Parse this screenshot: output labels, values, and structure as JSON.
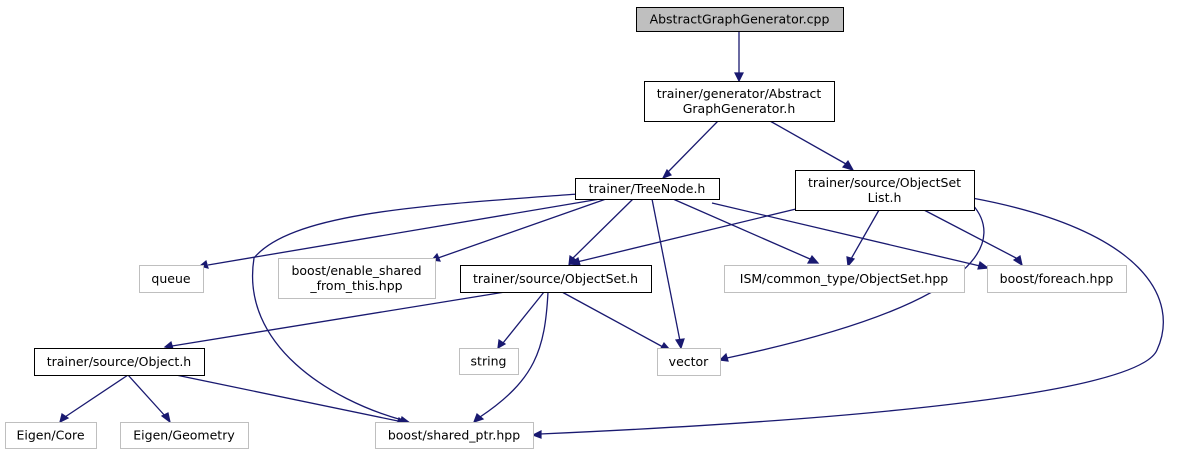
{
  "colors": {
    "edge": "#191970",
    "focus_fill": "#bfbfbf",
    "external_border": "#bfbfbf",
    "internal_border": "#000000",
    "background": "#ffffff"
  },
  "nodes": [
    {
      "id": "root",
      "lines": [
        "AbstractGraphGenerator.cpp"
      ],
      "kind": "focus"
    },
    {
      "id": "abstractgen",
      "lines": [
        "trainer/generator/Abstract",
        "GraphGenerator.h"
      ],
      "kind": "internal"
    },
    {
      "id": "treenode",
      "lines": [
        "trainer/TreeNode.h"
      ],
      "kind": "internal"
    },
    {
      "id": "objsetlist",
      "lines": [
        "trainer/source/ObjectSet",
        "List.h"
      ],
      "kind": "internal"
    },
    {
      "id": "queue",
      "lines": [
        "queue"
      ],
      "kind": "external"
    },
    {
      "id": "enableshared",
      "lines": [
        "boost/enable_shared",
        "_from_this.hpp"
      ],
      "kind": "external"
    },
    {
      "id": "objseth",
      "lines": [
        "trainer/source/ObjectSet.h"
      ],
      "kind": "internal"
    },
    {
      "id": "ismobjset",
      "lines": [
        "ISM/common_type/ObjectSet.hpp"
      ],
      "kind": "external"
    },
    {
      "id": "foreach",
      "lines": [
        "boost/foreach.hpp"
      ],
      "kind": "external"
    },
    {
      "id": "objecth",
      "lines": [
        "trainer/source/Object.h"
      ],
      "kind": "internal"
    },
    {
      "id": "string",
      "lines": [
        "string"
      ],
      "kind": "external"
    },
    {
      "id": "vector",
      "lines": [
        "vector"
      ],
      "kind": "external"
    },
    {
      "id": "eigencore",
      "lines": [
        "Eigen/Core"
      ],
      "kind": "external"
    },
    {
      "id": "eigengeom",
      "lines": [
        "Eigen/Geometry"
      ],
      "kind": "external"
    },
    {
      "id": "sharedptr",
      "lines": [
        "boost/shared_ptr.hpp"
      ],
      "kind": "external"
    }
  ],
  "edges": [
    {
      "from": "root",
      "to": "abstractgen"
    },
    {
      "from": "abstractgen",
      "to": "treenode"
    },
    {
      "from": "abstractgen",
      "to": "objsetlist"
    },
    {
      "from": "treenode",
      "to": "queue"
    },
    {
      "from": "treenode",
      "to": "enableshared"
    },
    {
      "from": "treenode",
      "to": "objseth"
    },
    {
      "from": "treenode",
      "to": "ismobjset"
    },
    {
      "from": "treenode",
      "to": "foreach"
    },
    {
      "from": "treenode",
      "to": "vector"
    },
    {
      "from": "treenode",
      "to": "sharedptr"
    },
    {
      "from": "objsetlist",
      "to": "objseth"
    },
    {
      "from": "objsetlist",
      "to": "ismobjset"
    },
    {
      "from": "objsetlist",
      "to": "foreach"
    },
    {
      "from": "objsetlist",
      "to": "vector"
    },
    {
      "from": "objsetlist",
      "to": "sharedptr"
    },
    {
      "from": "objseth",
      "to": "objecth"
    },
    {
      "from": "objseth",
      "to": "string"
    },
    {
      "from": "objseth",
      "to": "vector"
    },
    {
      "from": "objseth",
      "to": "sharedptr"
    },
    {
      "from": "objecth",
      "to": "eigencore"
    },
    {
      "from": "objecth",
      "to": "eigengeom"
    },
    {
      "from": "objecth",
      "to": "sharedptr"
    }
  ]
}
